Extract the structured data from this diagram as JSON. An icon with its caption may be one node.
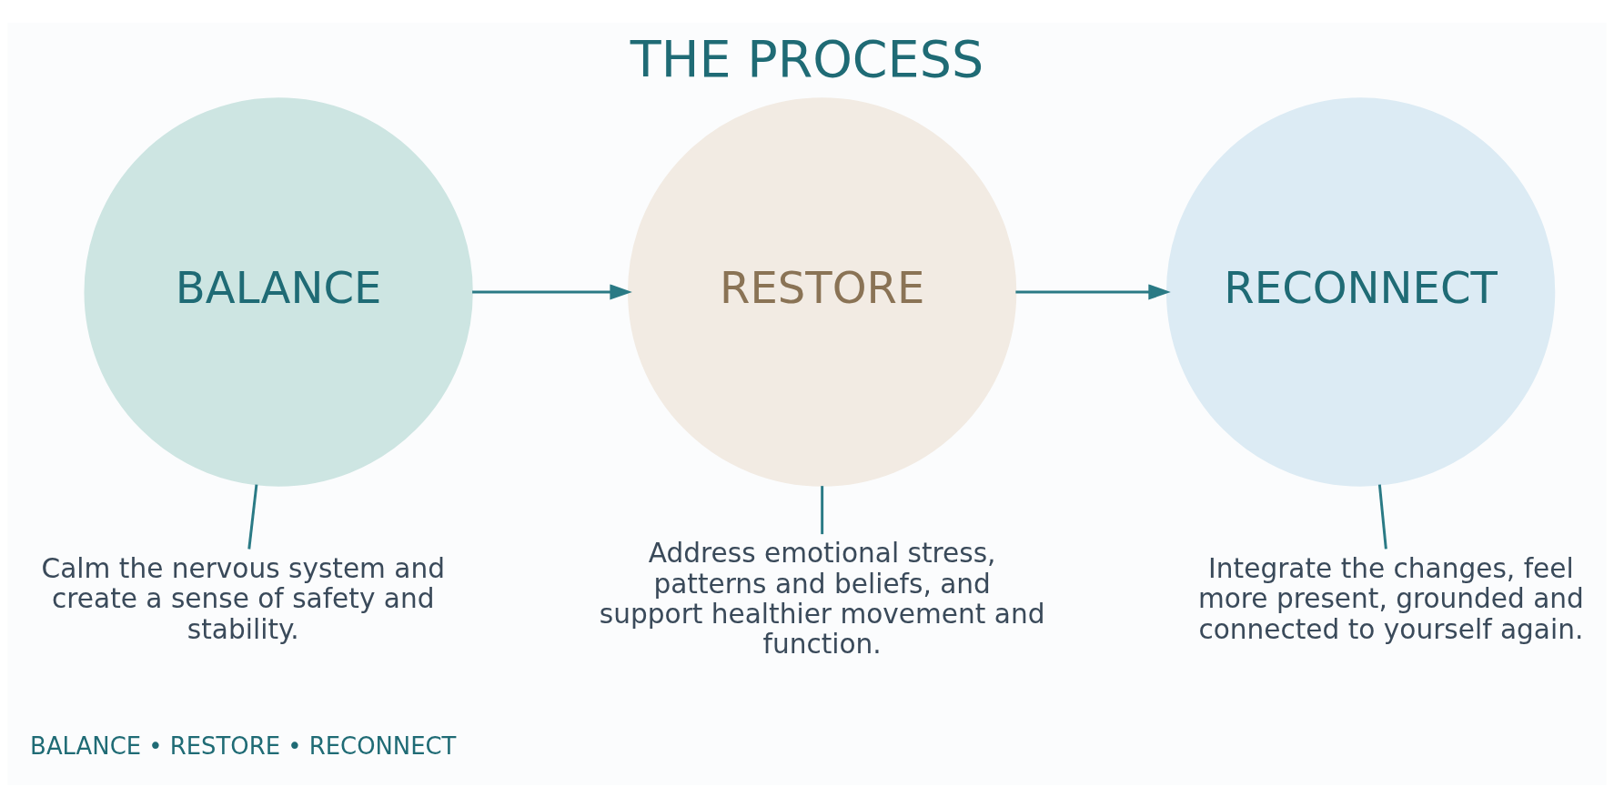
{
  "diagram": {
    "title": "THE PROCESS",
    "nodes": [
      {
        "text": [
          "BALANCE"
        ]
      },
      {
        "text": [
          "Calm the nervous system and create a sense of safety and stability."
        ]
      },
      {
        "text": [
          "RESTORE"
        ]
      },
      {
        "text": [
          "Address emotional stress, patterns and beliefs, and support healthier movement and function."
        ]
      },
      {
        "text": [
          "RECONNECT"
        ]
      },
      {
        "text": [
          "Integrate the changes, feel more present, grounded and connected to yourself again."
        ]
      }
    ],
    "edges": [
      {
        "from": 0,
        "to": 1,
        "arrow": "none"
      },
      {
        "from": 0,
        "to": 2,
        "arrow": "to"
      },
      {
        "from": 2,
        "to": 3,
        "arrow": "none"
      },
      {
        "from": 2,
        "to": 4,
        "arrow": "to"
      },
      {
        "from": 4,
        "to": 5,
        "arrow": "none"
      }
    ],
    "labels": [
      "BALANCE • RESTORE • RECONNECT"
    ]
  }
}
